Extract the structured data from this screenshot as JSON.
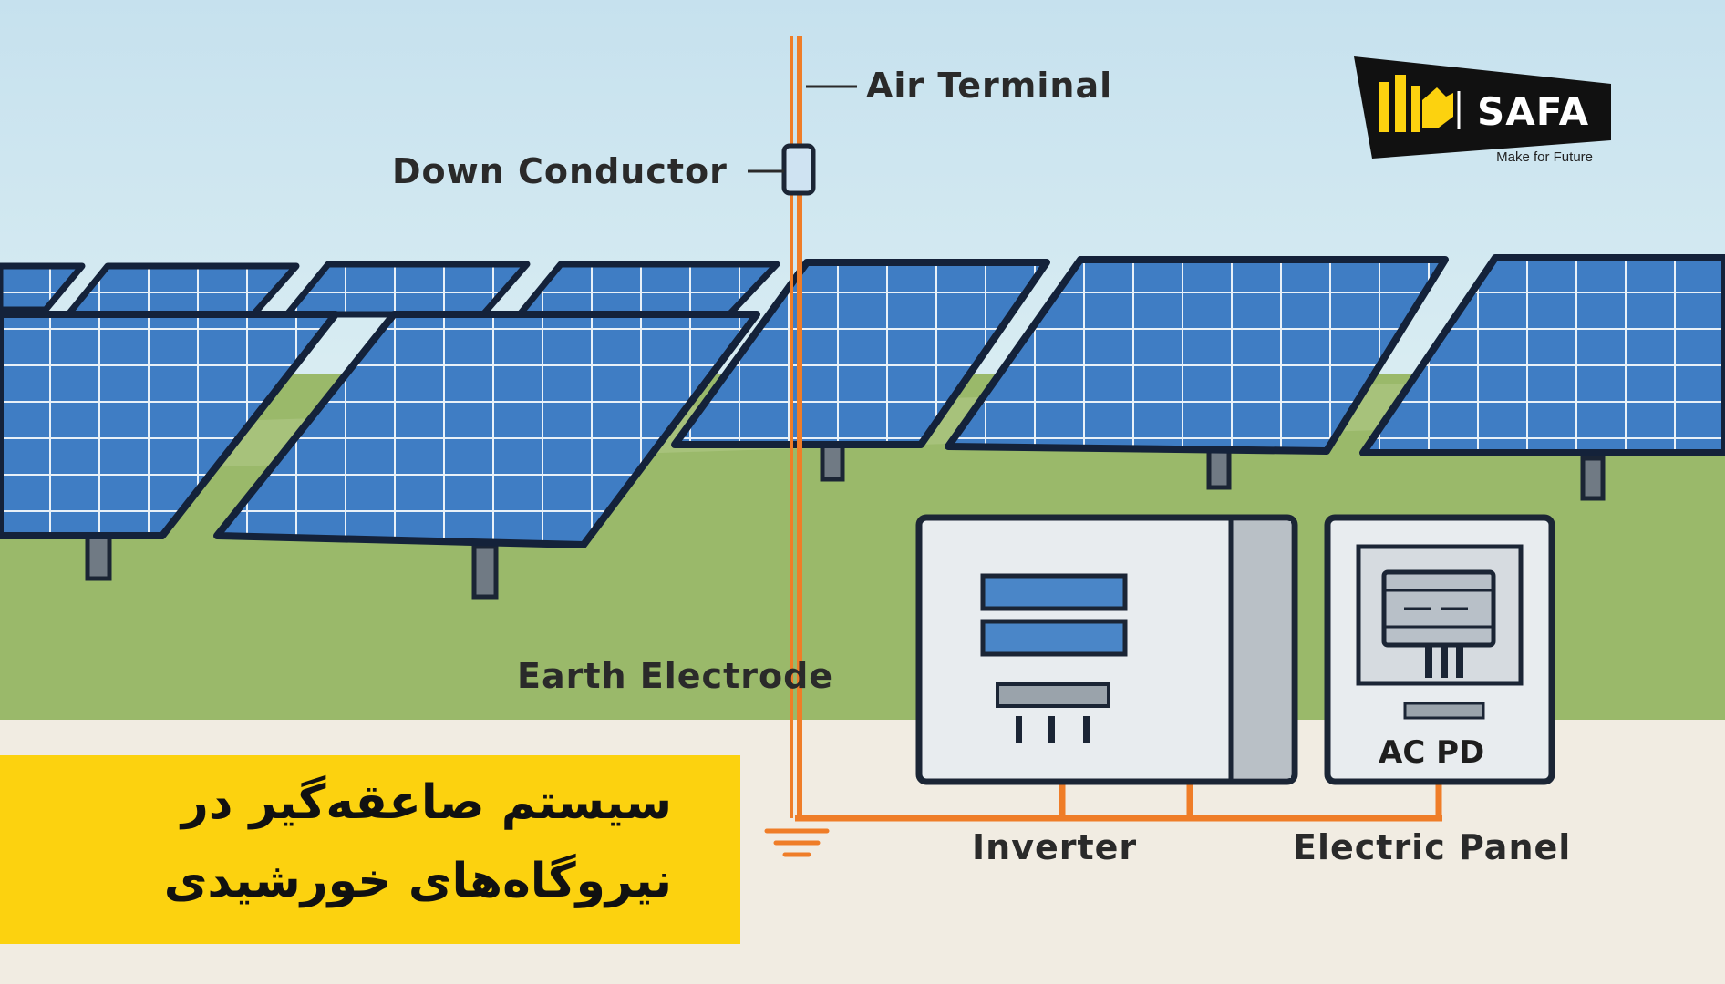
{
  "labels": {
    "air_terminal": "Air Terminal",
    "down_conductor": "Down Conductor",
    "earth_electrode": "Earth Electrode",
    "inverter": "Inverter",
    "electric_panel": "Electric Panel",
    "ac_pd": "AC PD"
  },
  "logo": {
    "brand": "SAFA",
    "tagline": "Make for Future"
  },
  "title": {
    "line1": "سیستم صاعقه‌گیر در",
    "line2": "نیروگاه‌های خورشیدی"
  },
  "colors": {
    "sky": "#cfe6f0",
    "grass": "#9ab96a",
    "ground": "#f1ece2",
    "panel_blue": "#3f7dc4",
    "conductor_orange": "#ef7d28",
    "title_yellow": "#fcd20f",
    "logo_black": "#111111"
  }
}
